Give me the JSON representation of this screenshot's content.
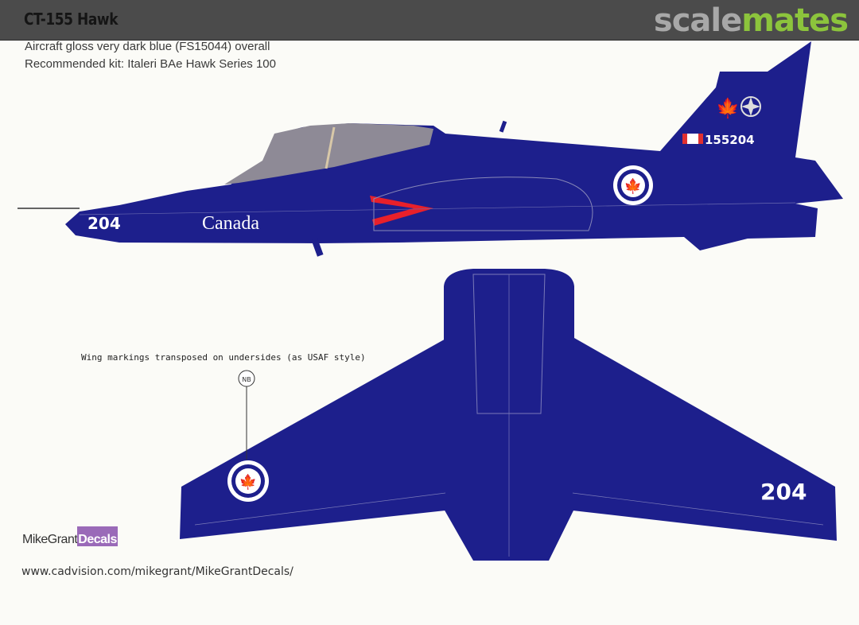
{
  "header": {
    "title": "CT-155 Hawk",
    "brand_part1": "scale",
    "brand_part2": "mates"
  },
  "description": {
    "line1": "Aircraft gloss very dark blue (FS15044) overall",
    "line2": "Recommended kit: Italeri BAe Hawk Series 100"
  },
  "side_view": {
    "nose_number": "204",
    "fuselage_text": "Canada",
    "tail_serial": "155204"
  },
  "plan_view": {
    "note": "Wing markings transposed on undersides (as USAF style)",
    "callout": "NB",
    "wing_number": "204"
  },
  "footer": {
    "logo_part1": "MikeGrant",
    "logo_part2": "Decals",
    "url": "www.cadvision.com/mikegrant/MikeGrantDecals/"
  },
  "colors": {
    "aircraft_blue": "#1d1f8c",
    "header_bar": "#4b4b4b",
    "brand_green": "#8cc43c",
    "roundel_red": "#e03030"
  }
}
